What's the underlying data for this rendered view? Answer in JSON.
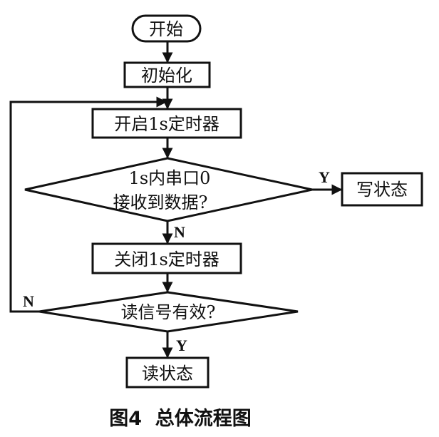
{
  "diagram": {
    "type": "flowchart",
    "nodes": {
      "start": {
        "kind": "terminal",
        "text": "开始"
      },
      "init": {
        "kind": "process",
        "text": "初始化"
      },
      "start_timer": {
        "kind": "process",
        "text": "开启1s定时器"
      },
      "decision_uart": {
        "kind": "decision",
        "line1": "1s内串口0",
        "line2": "接收到数据?"
      },
      "write_state": {
        "kind": "process",
        "text": "写状态"
      },
      "stop_timer": {
        "kind": "process",
        "text": "关闭1s定时器"
      },
      "decision_signal": {
        "kind": "decision",
        "text": "读信号有效?"
      },
      "read_state": {
        "kind": "process",
        "text": "读状态"
      }
    },
    "edges": [
      {
        "from": "start",
        "to": "init",
        "label": ""
      },
      {
        "from": "init",
        "to": "start_timer",
        "label": ""
      },
      {
        "from": "start_timer",
        "to": "decision_uart",
        "label": ""
      },
      {
        "from": "decision_uart",
        "to": "write_state",
        "label": "Y"
      },
      {
        "from": "decision_uart",
        "to": "stop_timer",
        "label": "N"
      },
      {
        "from": "stop_timer",
        "to": "decision_signal",
        "label": ""
      },
      {
        "from": "decision_signal",
        "to": "start_timer",
        "label": "N"
      },
      {
        "from": "decision_signal",
        "to": "read_state",
        "label": "Y"
      }
    ],
    "edge_labels": {
      "uart_yes": "Y",
      "uart_no": "N",
      "signal_no": "N",
      "signal_yes": "Y"
    },
    "caption": "图4  总体流程图"
  }
}
